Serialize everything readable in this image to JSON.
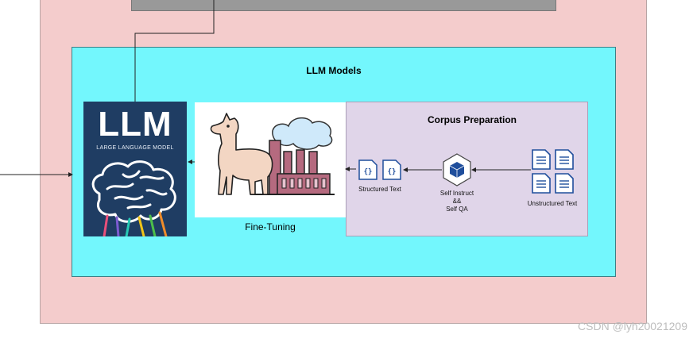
{
  "diagram": {
    "models_title": "LLM Models",
    "llm_card": {
      "title": "LLM",
      "subtitle": "LARGE LANGUAGE MODEL"
    },
    "fine_tuning_label": "Fine-Tuning",
    "corpus": {
      "title": "Corpus Preparation",
      "structured_label": "Structured Text",
      "self_label_line1": "Self Instruct",
      "self_label_line2": "&&",
      "self_label_line3": "Self QA",
      "unstructured_label": "Unstructured Text"
    }
  },
  "watermark": "CSDN @lyh20021209",
  "colors": {
    "outer_panel": "#f4cccc",
    "top_bar": "#999999",
    "models_box": "#73f7fd",
    "llm_card": "#1f3d63",
    "corpus_box": "#e0d5e9",
    "icon_blue": "#1f4e9c"
  }
}
